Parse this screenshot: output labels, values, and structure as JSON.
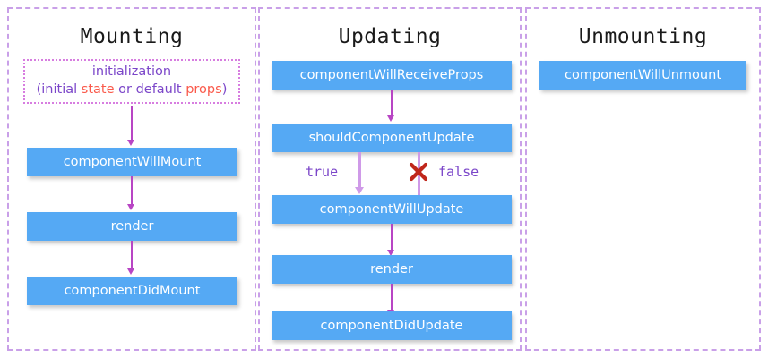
{
  "theme": {
    "box_fill": "#55a9f4",
    "box_text": "#ffffff",
    "column_border": "#c9a0e8",
    "arrow": "#b845c4",
    "branch_line": "#cf9ae8",
    "init_border": "#d77de0",
    "init_text": "#7b46c9",
    "keyword_text": "#fa5a4b",
    "x_mark": "#c0271b",
    "title_text": "#1a1a1a",
    "background": "#ffffff"
  },
  "columns": [
    {
      "id": "mounting",
      "title": "Mounting",
      "init_box": {
        "line1": "initialization",
        "line2_pre": "(initial ",
        "line2_kw1": "state",
        "line2_mid": " or default ",
        "line2_kw2": "props",
        "line2_post": ")"
      },
      "boxes": [
        {
          "label": "componentWillMount"
        },
        {
          "label": "render"
        },
        {
          "label": "componentDidMount"
        }
      ]
    },
    {
      "id": "updating",
      "title": "Updating",
      "boxes": [
        {
          "label": "componentWillReceiveProps"
        },
        {
          "label": "shouldComponentUpdate"
        },
        {
          "label": "componentWillUpdate"
        },
        {
          "label": "render"
        },
        {
          "label": "componentDidUpdate"
        }
      ],
      "branches": [
        {
          "label": "true"
        },
        {
          "label": "false"
        }
      ]
    },
    {
      "id": "unmounting",
      "title": "Unmounting",
      "boxes": [
        {
          "label": "componentWillUnmount"
        }
      ]
    }
  ]
}
